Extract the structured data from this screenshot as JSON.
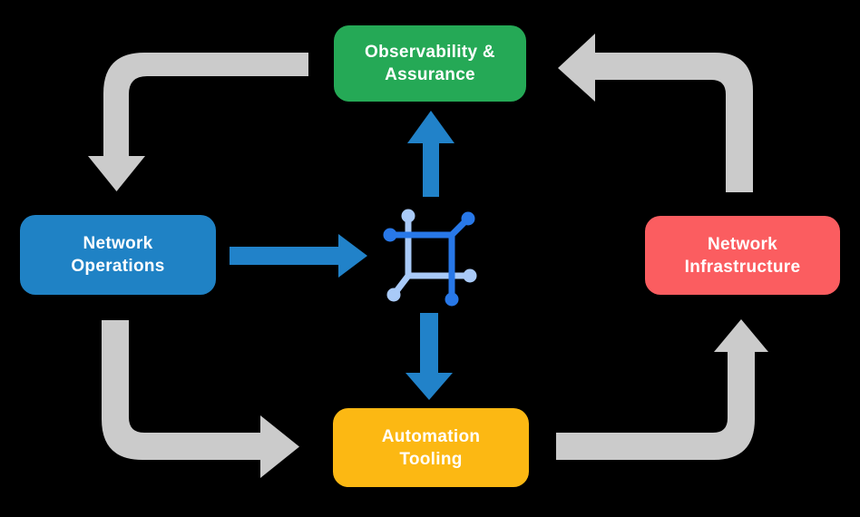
{
  "diagram": {
    "type": "cyclic-flow-diagram",
    "background": "#000000",
    "nodes": [
      {
        "id": "observability-assurance",
        "label": "Observability & Assurance",
        "lines": [
          "Observability &",
          "Assurance"
        ],
        "color": "#25A956",
        "text_color": "#FFFFFF"
      },
      {
        "id": "network-operations",
        "label": "Network Operations",
        "lines": [
          "Network",
          "Operations"
        ],
        "color": "#1F82C5",
        "text_color": "#FFFFFF"
      },
      {
        "id": "network-infrastructure",
        "label": "Network Infrastructure",
        "lines": [
          "Network",
          "Infrastructure"
        ],
        "color": "#FB5D60",
        "text_color": "#FFFFFF"
      },
      {
        "id": "automation-tooling",
        "label": "Automation Tooling",
        "lines": [
          "Automation",
          "Tooling"
        ],
        "color": "#FCB813",
        "text_color": "#FFFFFF"
      }
    ],
    "center_icon": {
      "id": "network-mesh-icon",
      "color_bright": "#2878E8",
      "color_light": "#A9CAF8"
    },
    "colors": {
      "arrow_gray": "#CBCBCB",
      "arrow_blue": "#2182C9"
    },
    "flows": [
      {
        "from": "observability-assurance",
        "to": "network-operations",
        "style": "gray"
      },
      {
        "from": "network-operations",
        "to": "automation-tooling",
        "style": "gray"
      },
      {
        "from": "automation-tooling",
        "to": "network-infrastructure",
        "style": "gray"
      },
      {
        "from": "network-infrastructure",
        "to": "observability-assurance",
        "style": "gray"
      },
      {
        "from": "network-operations",
        "to": "network-mesh-icon",
        "style": "blue"
      },
      {
        "from": "network-mesh-icon",
        "to": "observability-assurance",
        "style": "blue"
      },
      {
        "from": "network-mesh-icon",
        "to": "automation-tooling",
        "style": "blue"
      }
    ]
  }
}
